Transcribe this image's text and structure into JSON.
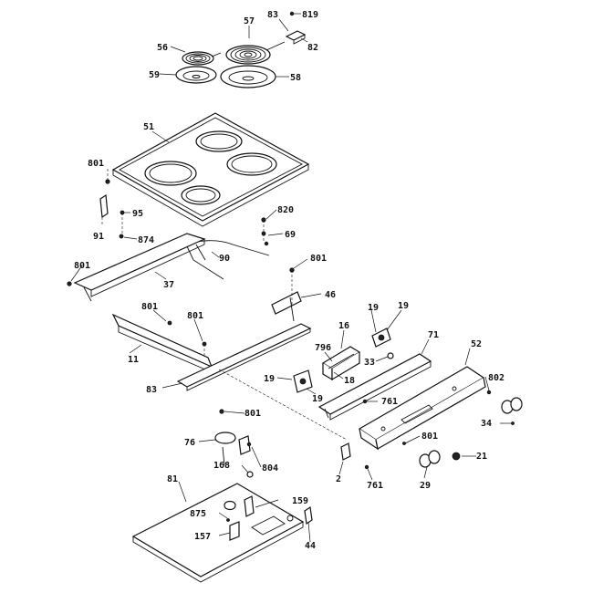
{
  "diagram": {
    "labels": {
      "l56": "56",
      "l57": "57",
      "l83a": "83",
      "l819": "819",
      "l82": "82",
      "l59": "59",
      "l58": "58",
      "l51": "51",
      "l801a": "801",
      "l95": "95",
      "l91": "91",
      "l874": "874",
      "l820": "820",
      "l69": "69",
      "l90": "90",
      "l801b": "801",
      "l801c": "801",
      "l37": "37",
      "l46": "46",
      "l801d": "801",
      "l801e": "801",
      "l11": "11",
      "l16": "16",
      "l19a": "19",
      "l19b": "19",
      "l71": "71",
      "l52": "52",
      "l796": "796",
      "l33": "33",
      "l802": "802",
      "l83b": "83",
      "l19c": "19",
      "l18": "18",
      "l19d": "19",
      "l761a": "761",
      "l34": "34",
      "l801f": "801",
      "l76": "76",
      "l801g": "801",
      "l21": "21",
      "l168": "168",
      "l804": "804",
      "l2": "2",
      "l761b": "761",
      "l29": "29",
      "l81": "81",
      "l159": "159",
      "l875": "875",
      "l157": "157",
      "l44": "44"
    }
  }
}
